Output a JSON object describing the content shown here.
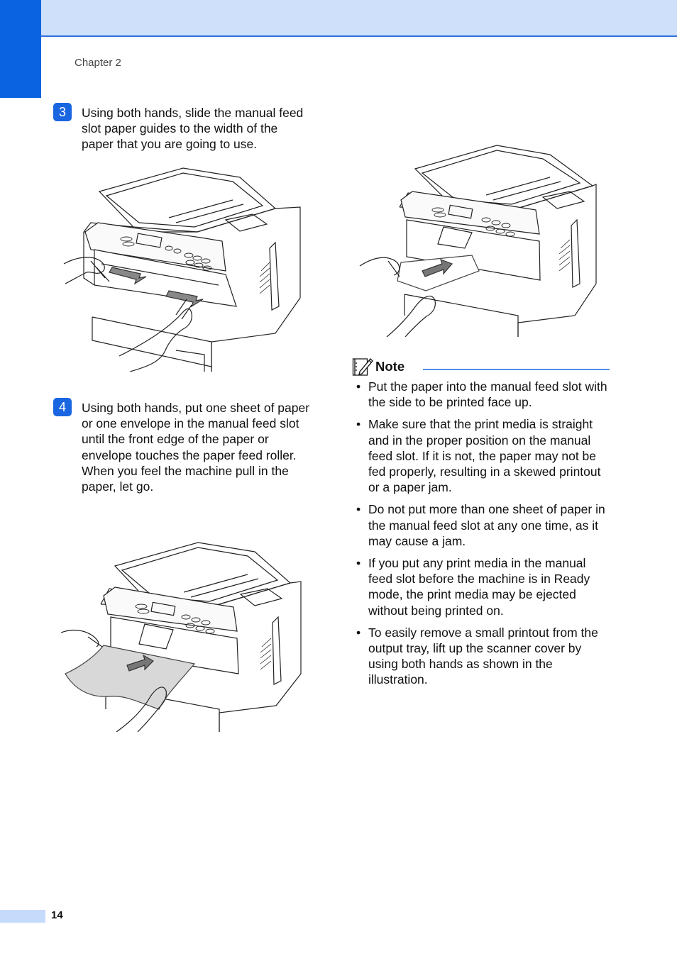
{
  "header": {
    "chapter_label": "Chapter 2"
  },
  "steps": [
    {
      "marker": "3",
      "text": "Using both hands, slide the manual feed slot paper guides to the width of the paper that you are going to use."
    },
    {
      "marker": "4",
      "text": "Using both hands, put one sheet of paper or one envelope in the manual feed slot until the front edge of the paper or envelope touches the paper feed roller. When you feel the machine pull in the paper, let go."
    }
  ],
  "note": {
    "title": "Note",
    "items": [
      "Put the paper into the manual feed slot with the side to be printed face up.",
      "Make sure that the print media is straight and in the proper position on the manual feed slot. If it is not, the paper may not be fed properly, resulting in a skewed printout or a paper jam.",
      "Do not put more than one sheet of paper in the manual feed slot at any one time, as it may cause a jam.",
      "If you put any print media in the manual feed slot before the machine is in Ready mode, the print media may be ejected without being printed on.",
      "To easily remove a small printout from the output tray, lift up the scanner cover by using both hands as shown in the illustration."
    ]
  },
  "footer": {
    "page_number": "14"
  },
  "colors": {
    "accent_blue": "#0a63e0",
    "header_band": "#cfe0fb",
    "rule_blue": "#4f8fe8"
  }
}
